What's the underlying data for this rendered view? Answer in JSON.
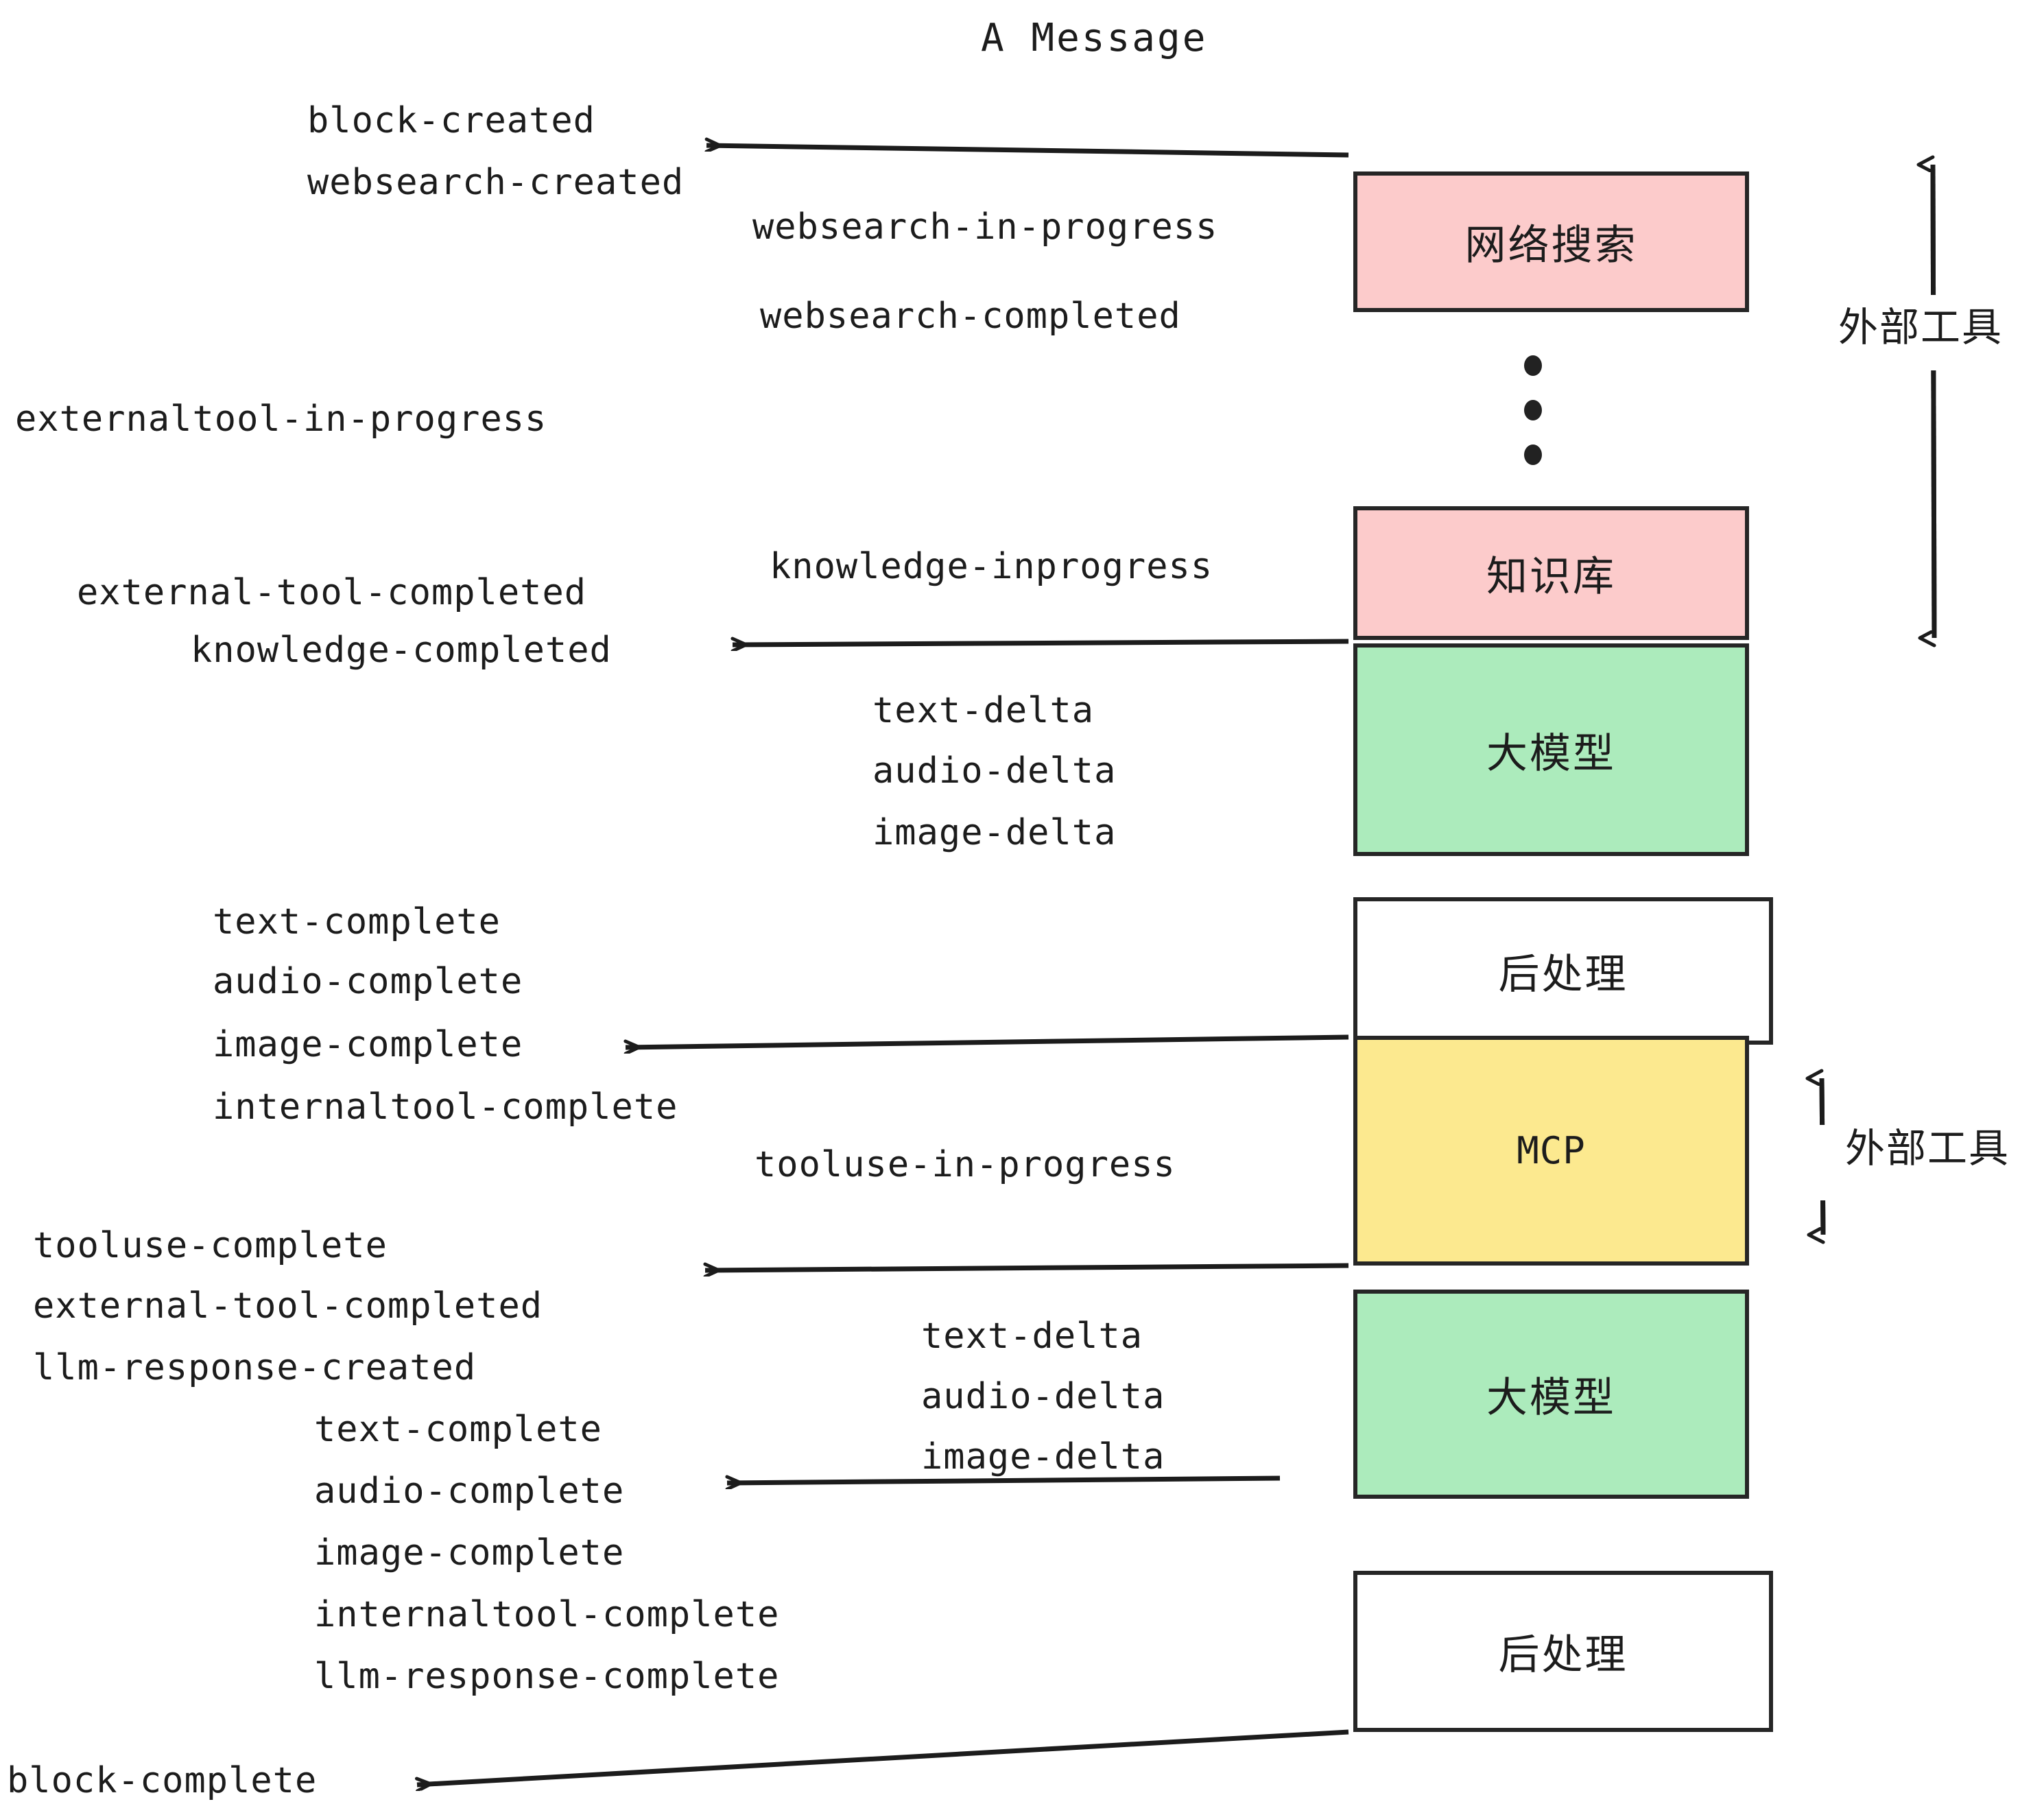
{
  "title": "A Message",
  "colors": {
    "pink": "#FCCBCB",
    "green": "#ACEBBC",
    "yellow": "#FCE98F",
    "white": "#FFFFFF",
    "stroke": "#262626",
    "text": "#1C1C1C"
  },
  "nodes": [
    {
      "id": "websearch",
      "label": "网络搜索",
      "fill": "#FCCBCB",
      "mono": false
    },
    {
      "id": "knowledge",
      "label": "知识库",
      "fill": "#FCCBCB",
      "mono": false
    },
    {
      "id": "llm-1",
      "label": "大模型",
      "fill": "#ACEBBC",
      "mono": false
    },
    {
      "id": "postproc-1",
      "label": "后处理",
      "fill": "#FFFFFF",
      "mono": false
    },
    {
      "id": "mcp",
      "label": "MCP",
      "fill": "#FCE98F",
      "mono": true
    },
    {
      "id": "llm-2",
      "label": "大模型",
      "fill": "#ACEBBC",
      "mono": false
    },
    {
      "id": "postproc-2",
      "label": "后处理",
      "fill": "#FFFFFF",
      "mono": false
    }
  ],
  "group_labels": [
    {
      "id": "external-tools-top",
      "label": "外部工具"
    },
    {
      "id": "external-tools-bottom",
      "label": "外部工具"
    }
  ],
  "events": [
    {
      "id": "e01",
      "text": "block-created"
    },
    {
      "id": "e02",
      "text": "websearch-created"
    },
    {
      "id": "e03",
      "text": "websearch-in-progress"
    },
    {
      "id": "e04",
      "text": "websearch-completed"
    },
    {
      "id": "e05",
      "text": "externaltool-in-progress"
    },
    {
      "id": "e06",
      "text": "knowledge-inprogress"
    },
    {
      "id": "e07",
      "text": "external-tool-completed"
    },
    {
      "id": "e08",
      "text": "knowledge-completed"
    },
    {
      "id": "e09",
      "text": "text-delta"
    },
    {
      "id": "e10",
      "text": "audio-delta"
    },
    {
      "id": "e11",
      "text": "image-delta"
    },
    {
      "id": "e12",
      "text": "text-complete"
    },
    {
      "id": "e13",
      "text": "audio-complete"
    },
    {
      "id": "e14",
      "text": "image-complete"
    },
    {
      "id": "e15",
      "text": "internaltool-complete"
    },
    {
      "id": "e16",
      "text": "tooluse-in-progress"
    },
    {
      "id": "e17",
      "text": "tooluse-complete"
    },
    {
      "id": "e18",
      "text": "external-tool-completed"
    },
    {
      "id": "e19",
      "text": "llm-response-created"
    },
    {
      "id": "e20",
      "text": "text-delta"
    },
    {
      "id": "e21",
      "text": "audio-delta"
    },
    {
      "id": "e22",
      "text": "image-delta"
    },
    {
      "id": "e23",
      "text": "text-complete"
    },
    {
      "id": "e24",
      "text": "audio-complete"
    },
    {
      "id": "e25",
      "text": "image-complete"
    },
    {
      "id": "e26",
      "text": "internaltool-complete"
    },
    {
      "id": "e27",
      "text": "llm-response-complete"
    },
    {
      "id": "e28",
      "text": "block-complete"
    }
  ]
}
